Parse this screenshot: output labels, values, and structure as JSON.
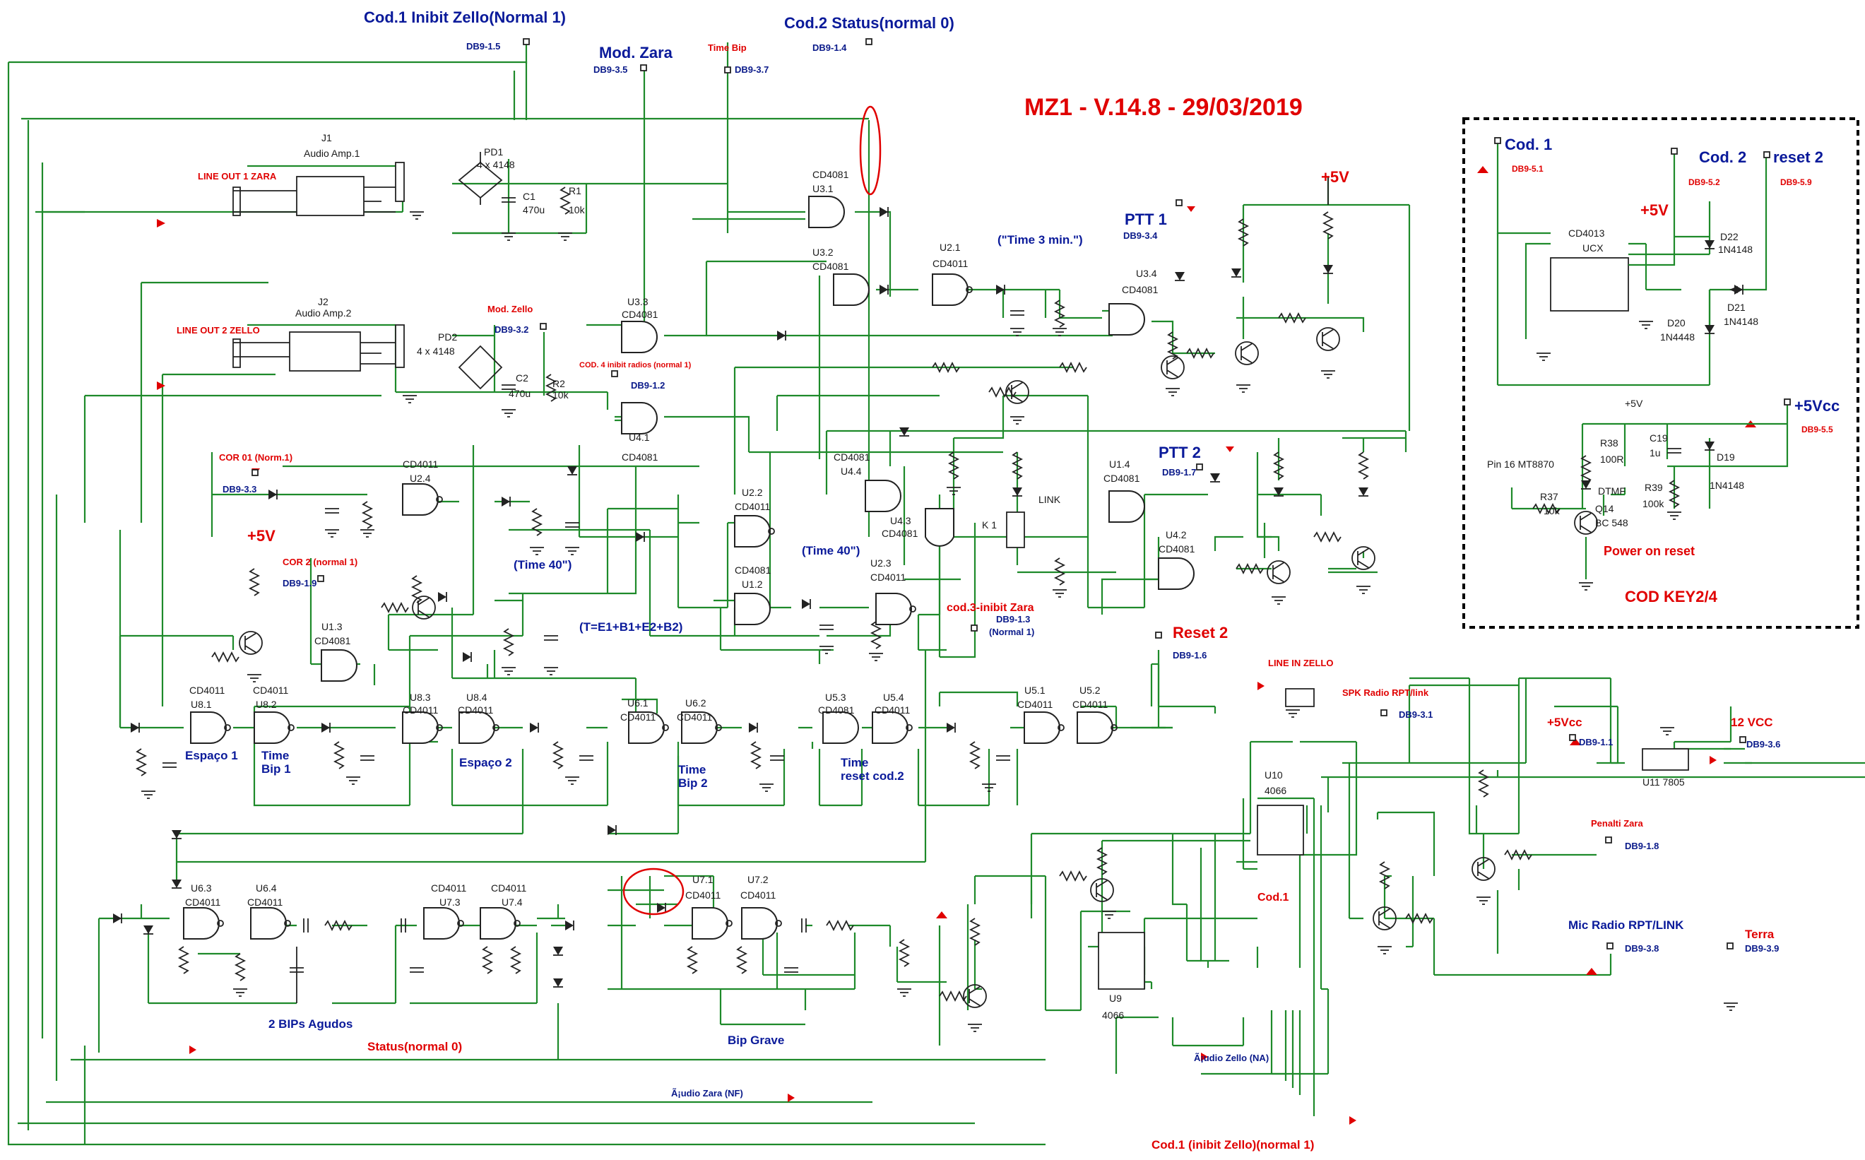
{
  "title": "MZ1 - V.14.8 - 29/03/2019",
  "colors": {
    "wire": "#1e8a2a",
    "component": "#222222",
    "label_blue": "#0a1a9a",
    "label_red": "#e00000",
    "background": "#ffffff"
  },
  "top_labels": {
    "cod1_inibit": "Cod.1 Inibit Zello(Normal 1)",
    "cod1_db": "DB9-1.5",
    "mod_zara": "Mod. Zara",
    "mod_zara_db": "DB9-3.5",
    "time_bip": "Time Bip",
    "time_bip_db": "DB9-3.7",
    "cod2_status": "Cod.2 Status(normal 0)",
    "cod2_db": "DB9-1.4"
  },
  "blocks": {
    "j1": {
      "ref": "J1",
      "name": "Audio Amp.1",
      "line_out": "LINE OUT 1 ZARA"
    },
    "pd1": {
      "ref": "PD1",
      "val": "4 x 4148"
    },
    "c1": {
      "ref": "C1",
      "val": "470u"
    },
    "r1": {
      "ref": "R1",
      "val": "10k"
    },
    "j2": {
      "ref": "J2",
      "name": "Audio Amp.2",
      "line_out": "LINE OUT 2 ZELLO"
    },
    "pd2": {
      "ref": "PD2",
      "val": "4 x 4148"
    },
    "c2": {
      "ref": "C2",
      "val": "470u"
    },
    "r2": {
      "ref": "R2",
      "val": "10k"
    },
    "mod_zello": "Mod. Zello",
    "mod_zello_db": "DB9-3.2",
    "cod4": "COD. 4 inibit radios (normal 1)",
    "cod4_db": "DB9-1.2"
  },
  "gates": {
    "u31": {
      "ref": "U3.1",
      "type": "CD4081"
    },
    "u32": {
      "ref": "U3.2",
      "type": "CD4081"
    },
    "u33": {
      "ref": "U3.3",
      "type": "CD4081"
    },
    "u34": {
      "ref": "U3.4",
      "type": "CD4081"
    },
    "u21": {
      "ref": "U2.1",
      "type": "CD4011"
    },
    "u24": {
      "ref": "U2.4",
      "type": "CD4011"
    },
    "u22": {
      "ref": "U2.2",
      "type": "CD4011"
    },
    "u23": {
      "ref": "U2.3",
      "type": "CD4011"
    },
    "u41": {
      "ref": "U4.1",
      "type": "CD4081"
    },
    "u44": {
      "ref": "U4.4",
      "type": "CD4081"
    },
    "u43": {
      "ref": "U4.3",
      "type": "CD4081"
    },
    "u14": {
      "ref": "U1.4",
      "type": "CD4081"
    },
    "u42": {
      "ref": "U4.2",
      "type": "CD4081"
    },
    "u12": {
      "ref": "U1.2",
      "type": "CD4081"
    },
    "u13": {
      "ref": "U1.3",
      "type": "CD4081"
    },
    "u81": {
      "ref": "U8.1",
      "type": "CD4011"
    },
    "u82": {
      "ref": "U8.2",
      "type": "CD4011"
    },
    "u83": {
      "ref": "U8.3",
      "type": "CD4011"
    },
    "u84": {
      "ref": "U8.4",
      "type": "CD4011"
    },
    "u61": {
      "ref": "U6.1",
      "type": "CD4011"
    },
    "u62": {
      "ref": "U6.2",
      "type": "CD4011"
    },
    "u53": {
      "ref": "U5.3",
      "type": "CD4081"
    },
    "u54": {
      "ref": "U5.4",
      "type": "CD4011"
    },
    "u51": {
      "ref": "U5.1",
      "type": "CD4011"
    },
    "u52": {
      "ref": "U5.2",
      "type": "CD4011"
    },
    "u63": {
      "ref": "U6.3",
      "type": "CD4011"
    },
    "u64": {
      "ref": "U6.4",
      "type": "CD4011"
    },
    "u73": {
      "ref": "U7.3",
      "type": "CD4011"
    },
    "u74": {
      "ref": "U7.4",
      "type": "CD4011"
    },
    "u71": {
      "ref": "U7.1",
      "type": "CD4011"
    },
    "u72": {
      "ref": "U7.2",
      "type": "CD4011"
    }
  },
  "labels": {
    "time3min": "(\"Time 3 min.\")",
    "time40a": "(Time 40\")",
    "time40b": "(Time 40\")",
    "ptt1": "PTT 1",
    "ptt1_db": "DB9-3.4",
    "ptt2": "PTT 2",
    "ptt2_db": "DB9-1.7",
    "plus5v": "+5V",
    "cor01": "COR 01 (Norm.1)",
    "cor01_db": "DB9-3.3",
    "cor2": "COR 2 (normal 1)",
    "cor2_db": "DB9-1.9",
    "teq": "(T=E1+B1+E2+B2)",
    "cod3": "cod.3-inibit Zara",
    "cod3_db": "DB9-1.3",
    "cod3_n": "(Normal 1)",
    "reset2": "Reset 2",
    "reset2_db": "DB9-1.6",
    "espaco1": "Espaço 1",
    "timebip1": "Time",
    "timebip1b": "Bip 1",
    "espaco2": "Espaço 2",
    "timebip2": "Time",
    "timebip2b": "Bip 2",
    "timereset": "Time",
    "timereset2": "reset cod.2",
    "bips_agudos": "2 BIPs Agudos",
    "status_n0": "Status(normal 0)",
    "bip_grave": "Bip Grave",
    "audio_zara": "Ã¡udio Zara (NF)",
    "audio_zello": "Ã¡udio Zello (NA)",
    "cod1_bottom": "Cod.1 (inibit Zello)(normal 1)",
    "line_in_zello": "LINE IN ZELLO",
    "spk_radio": "SPK Radio RPT/link",
    "spk_db": "DB9-3.1",
    "plus5vcc": "+5Vcc",
    "plus5vcc_db": "DB9-1.1",
    "v12": "12 VCC",
    "v12_db": "DB9-3.6",
    "u11": "U11 7805",
    "penalti": "Penalti Zara",
    "penalti_db": "DB9-1.8",
    "mic_radio": "Mic Radio RPT/LINK",
    "mic_db": "DB9-3.8",
    "terra": "Terra",
    "terra_db": "DB9-3.9",
    "cod1_label": "Cod.1",
    "u10": "U10",
    "u10v": "4066",
    "u9": "U9",
    "u9v": "4066",
    "link": "LINK",
    "k1": "K 1"
  },
  "cod_box": {
    "cod1": "Cod. 1",
    "cod1_db": "DB9-5.1",
    "cod2": "Cod. 2",
    "cod2_db": "DB9-5.2",
    "reset2": "reset 2",
    "reset2_db": "DB9-5.9",
    "plus5v": "+5V",
    "u13": "CD4013",
    "ucx": "UCX",
    "d22": "D22",
    "d22v": "1N4148",
    "d21": "D21",
    "d21v": "1N4148",
    "d20": "D20",
    "d20v": "1N4448",
    "plus5vcc": "+5Vcc",
    "plus5vcc_db": "DB9-5.5",
    "plus5v2": "+5V",
    "r38": "R38",
    "r38v": "100R",
    "c19": "C19",
    "c19v": "1u",
    "d19": "D19",
    "d19v": "1N4148",
    "pin16": "Pin 16 MT8870",
    "r37": "R37",
    "r37v": "10k",
    "dtmf": "DTMF",
    "q14": "Q14",
    "q14v": "BC 548",
    "r39": "R39",
    "r39v": "100k",
    "power_reset": "Power on reset",
    "cod_key": "COD KEY2/4"
  }
}
